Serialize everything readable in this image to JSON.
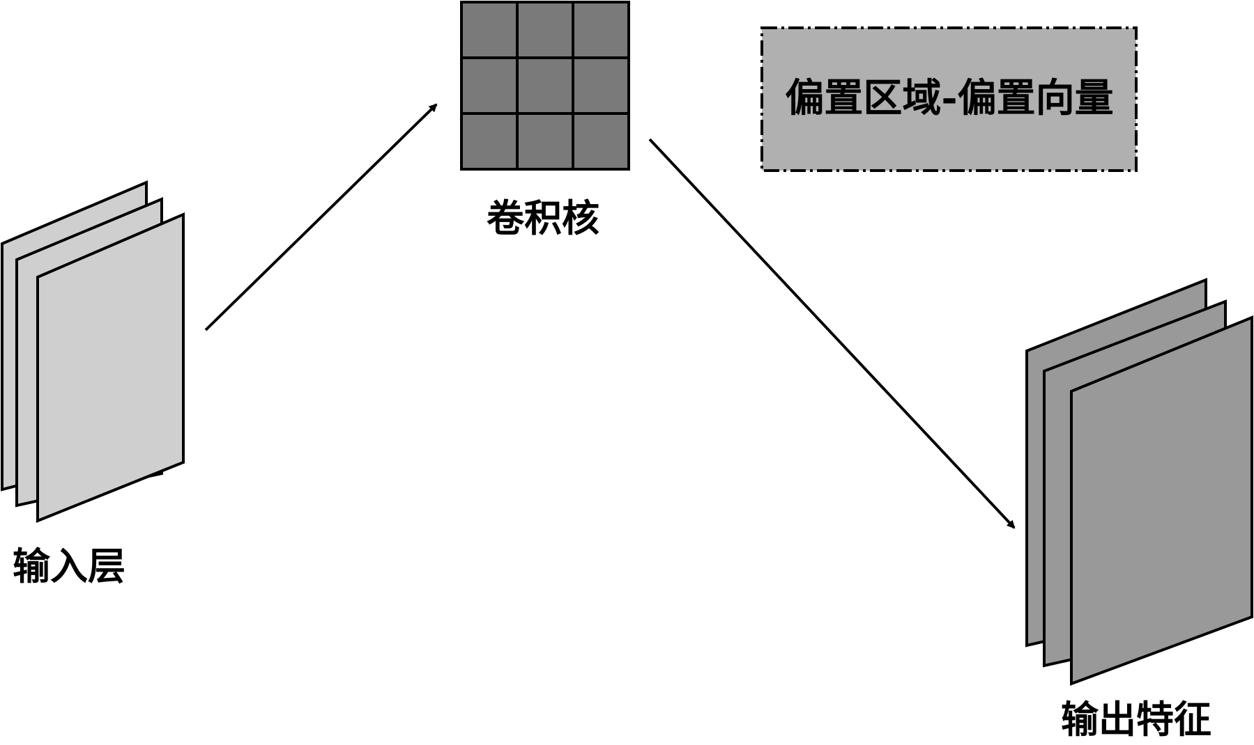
{
  "diagram": {
    "input_layer": {
      "label": "输入层"
    },
    "kernel": {
      "label": "卷积核",
      "rows": 3,
      "cols": 3
    },
    "bias": {
      "label": "偏置区域-偏置向量"
    },
    "output_features": {
      "label": "输出特征"
    }
  },
  "colors": {
    "input_sheet": "#cfcfcf",
    "kernel_cell": "#7a7a7a",
    "bias_box": "#b0b0b0",
    "output_sheet": "#999999",
    "stroke": "#000000"
  }
}
